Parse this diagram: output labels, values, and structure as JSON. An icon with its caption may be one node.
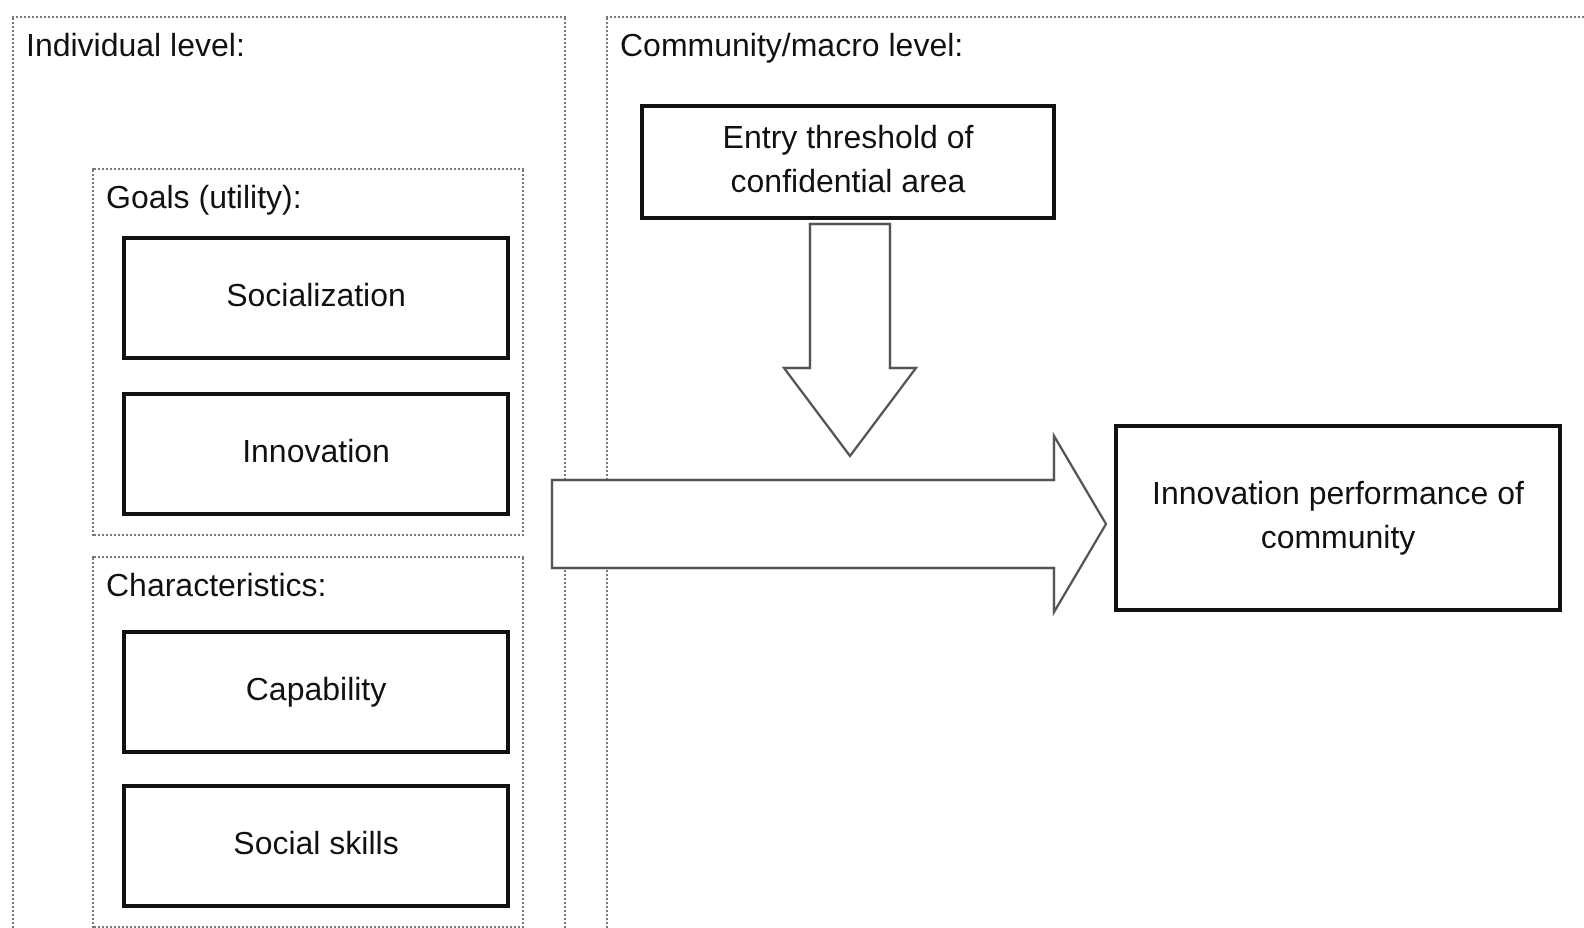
{
  "diagram": {
    "nodes": [
      {
        "text": [
          "Individual level:"
        ]
      },
      {
        "text": [
          "Goals (utility):"
        ],
        "in": 0
      },
      {
        "text": [
          "Socialization"
        ],
        "in": 1
      },
      {
        "text": [
          "Innovation"
        ],
        "in": 1
      },
      {
        "text": [
          "Characteristics:"
        ],
        "in": 0
      },
      {
        "text": [
          "Capability"
        ],
        "in": 4
      },
      {
        "text": [
          "Social skills"
        ],
        "in": 4
      },
      {
        "text": [
          "Community/macro level:"
        ]
      },
      {
        "text": [
          "Entry threshold of confidential area"
        ],
        "in": 7
      },
      {
        "text": [
          "Innovation performance of community"
        ],
        "in": 7
      }
    ],
    "edges": [
      {
        "from": 0,
        "to": 9,
        "arrow": "to"
      },
      {
        "from": 8,
        "to": null,
        "arrow": "to"
      }
    ]
  }
}
